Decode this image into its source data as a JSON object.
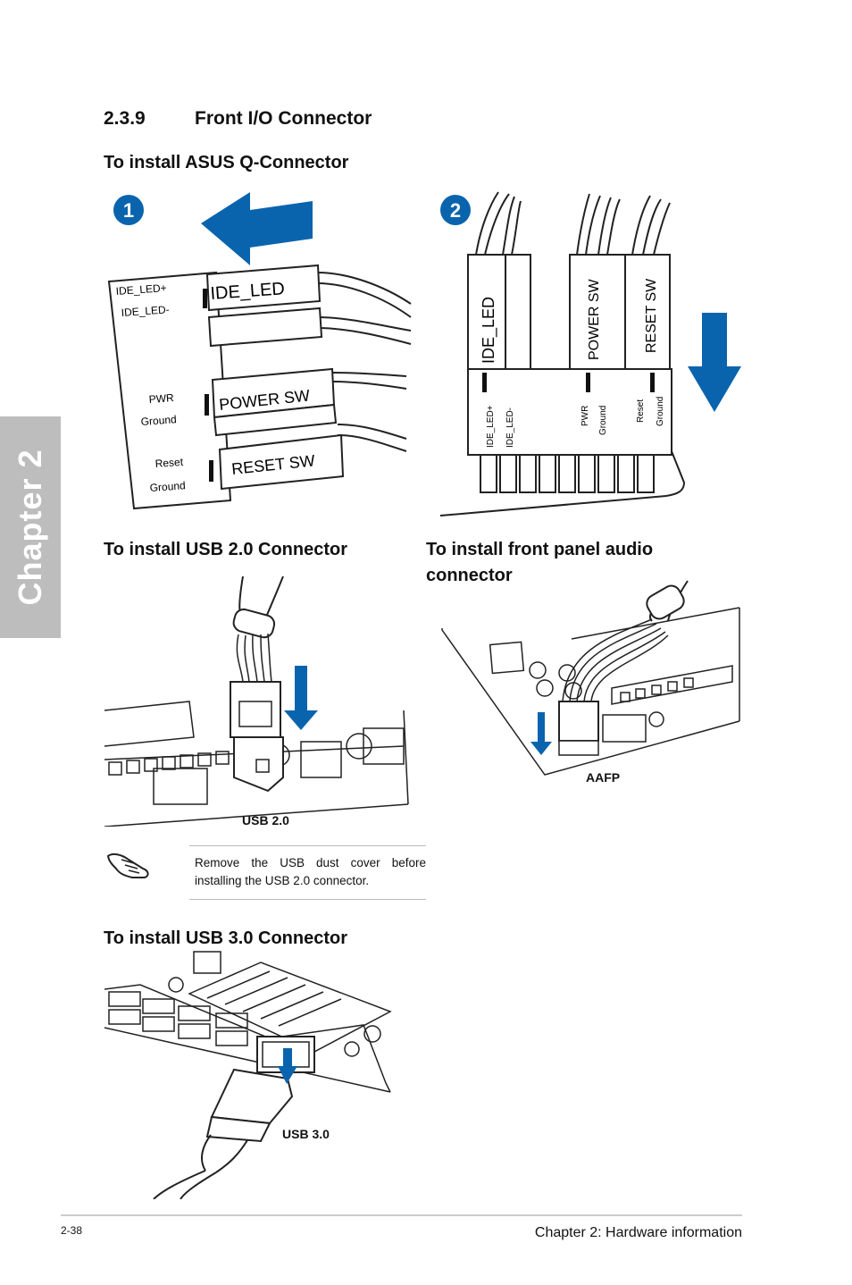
{
  "section": {
    "number": "2.3.9",
    "title": "Front I/O Connector"
  },
  "sidebar": {
    "chapter_tab": "Chapter 2"
  },
  "qconnector": {
    "heading": "To install ASUS Q-Connector",
    "step1_badge": "1",
    "step2_badge": "2",
    "pins_left": [
      "IDE_LED+",
      "IDE_LED-",
      "PWR",
      "Ground",
      "Reset",
      "Ground"
    ],
    "blocks": [
      "IDE_LED",
      "POWER SW",
      "RESET SW"
    ],
    "pins_right": [
      "IDE_LED+",
      "IDE_LED-",
      "PWR",
      "Ground",
      "Reset",
      "Ground"
    ]
  },
  "usb2": {
    "heading": "To install USB 2.0 Connector",
    "label": "USB 2.0"
  },
  "audio": {
    "heading_line1": "To install front panel audio",
    "heading_line2": "connector",
    "label": "AAFP"
  },
  "note": {
    "text": "Remove the USB dust cover before installing the USB 2.0 connector."
  },
  "usb3": {
    "heading": "To install USB 3.0 Connector",
    "label": "USB 3.0"
  },
  "footer": {
    "page_number": "2-38",
    "chapter": "Chapter 2: Hardware information"
  },
  "colors": {
    "accent_blue": "#0a64ad",
    "tab_gray": "#bdbdbd"
  }
}
